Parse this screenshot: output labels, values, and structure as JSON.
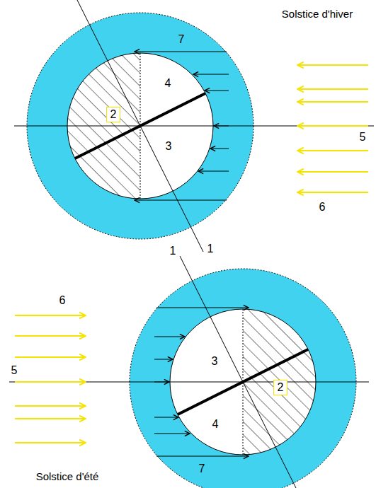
{
  "diagram": {
    "nodes": [
      {
        "text": [
          "2"
        ]
      },
      {
        "text": [
          "2"
        ]
      }
    ],
    "labels": [
      "Solstice d'hiver",
      "7",
      "4",
      "3",
      "5",
      "6",
      "1",
      "1",
      "6",
      "5",
      "3",
      "4",
      "7",
      "Solstice d'été"
    ]
  }
}
